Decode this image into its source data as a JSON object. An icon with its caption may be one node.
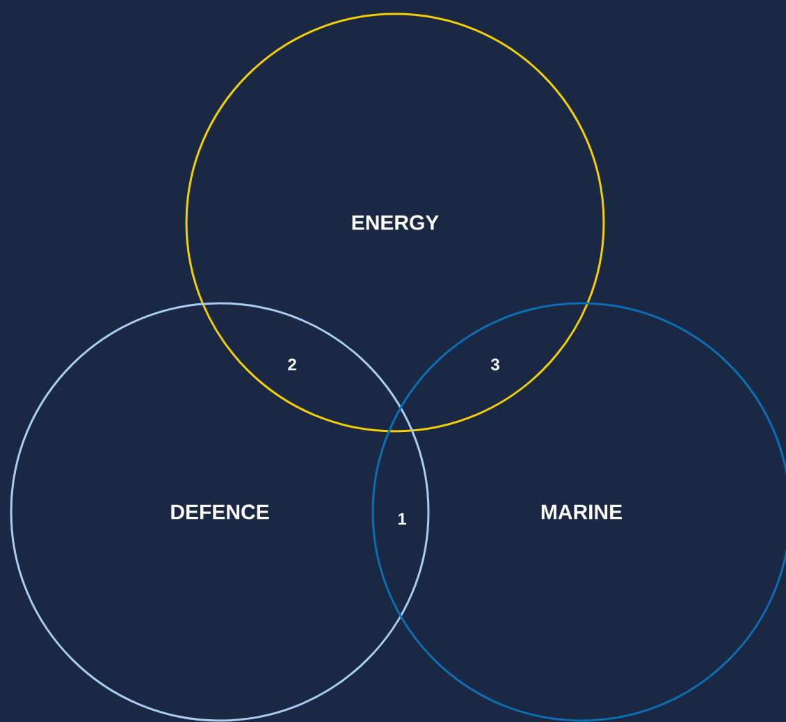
{
  "diagram": {
    "nodes": [
      {
        "text": [
          "ENERGY"
        ]
      },
      {
        "text": [
          "DEFENCE"
        ]
      },
      {
        "text": [
          "MARINE"
        ]
      }
    ],
    "labels": [
      "2",
      "3",
      "1"
    ]
  }
}
